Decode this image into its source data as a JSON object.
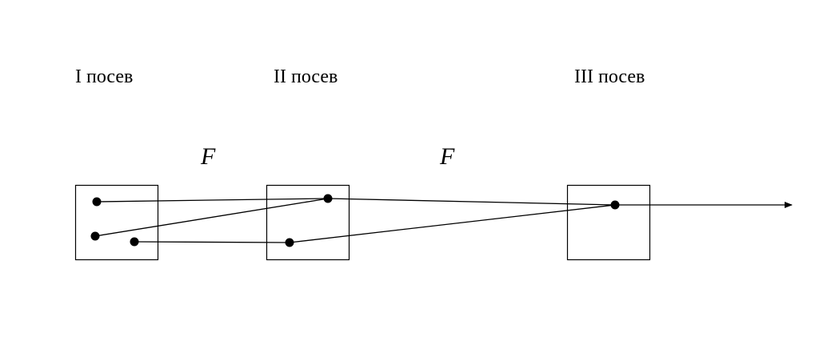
{
  "labels": {
    "passage_1": "I посев",
    "passage_2": "II посев",
    "passage_3": "III посев"
  },
  "f_marks": [
    "F",
    "F"
  ]
}
